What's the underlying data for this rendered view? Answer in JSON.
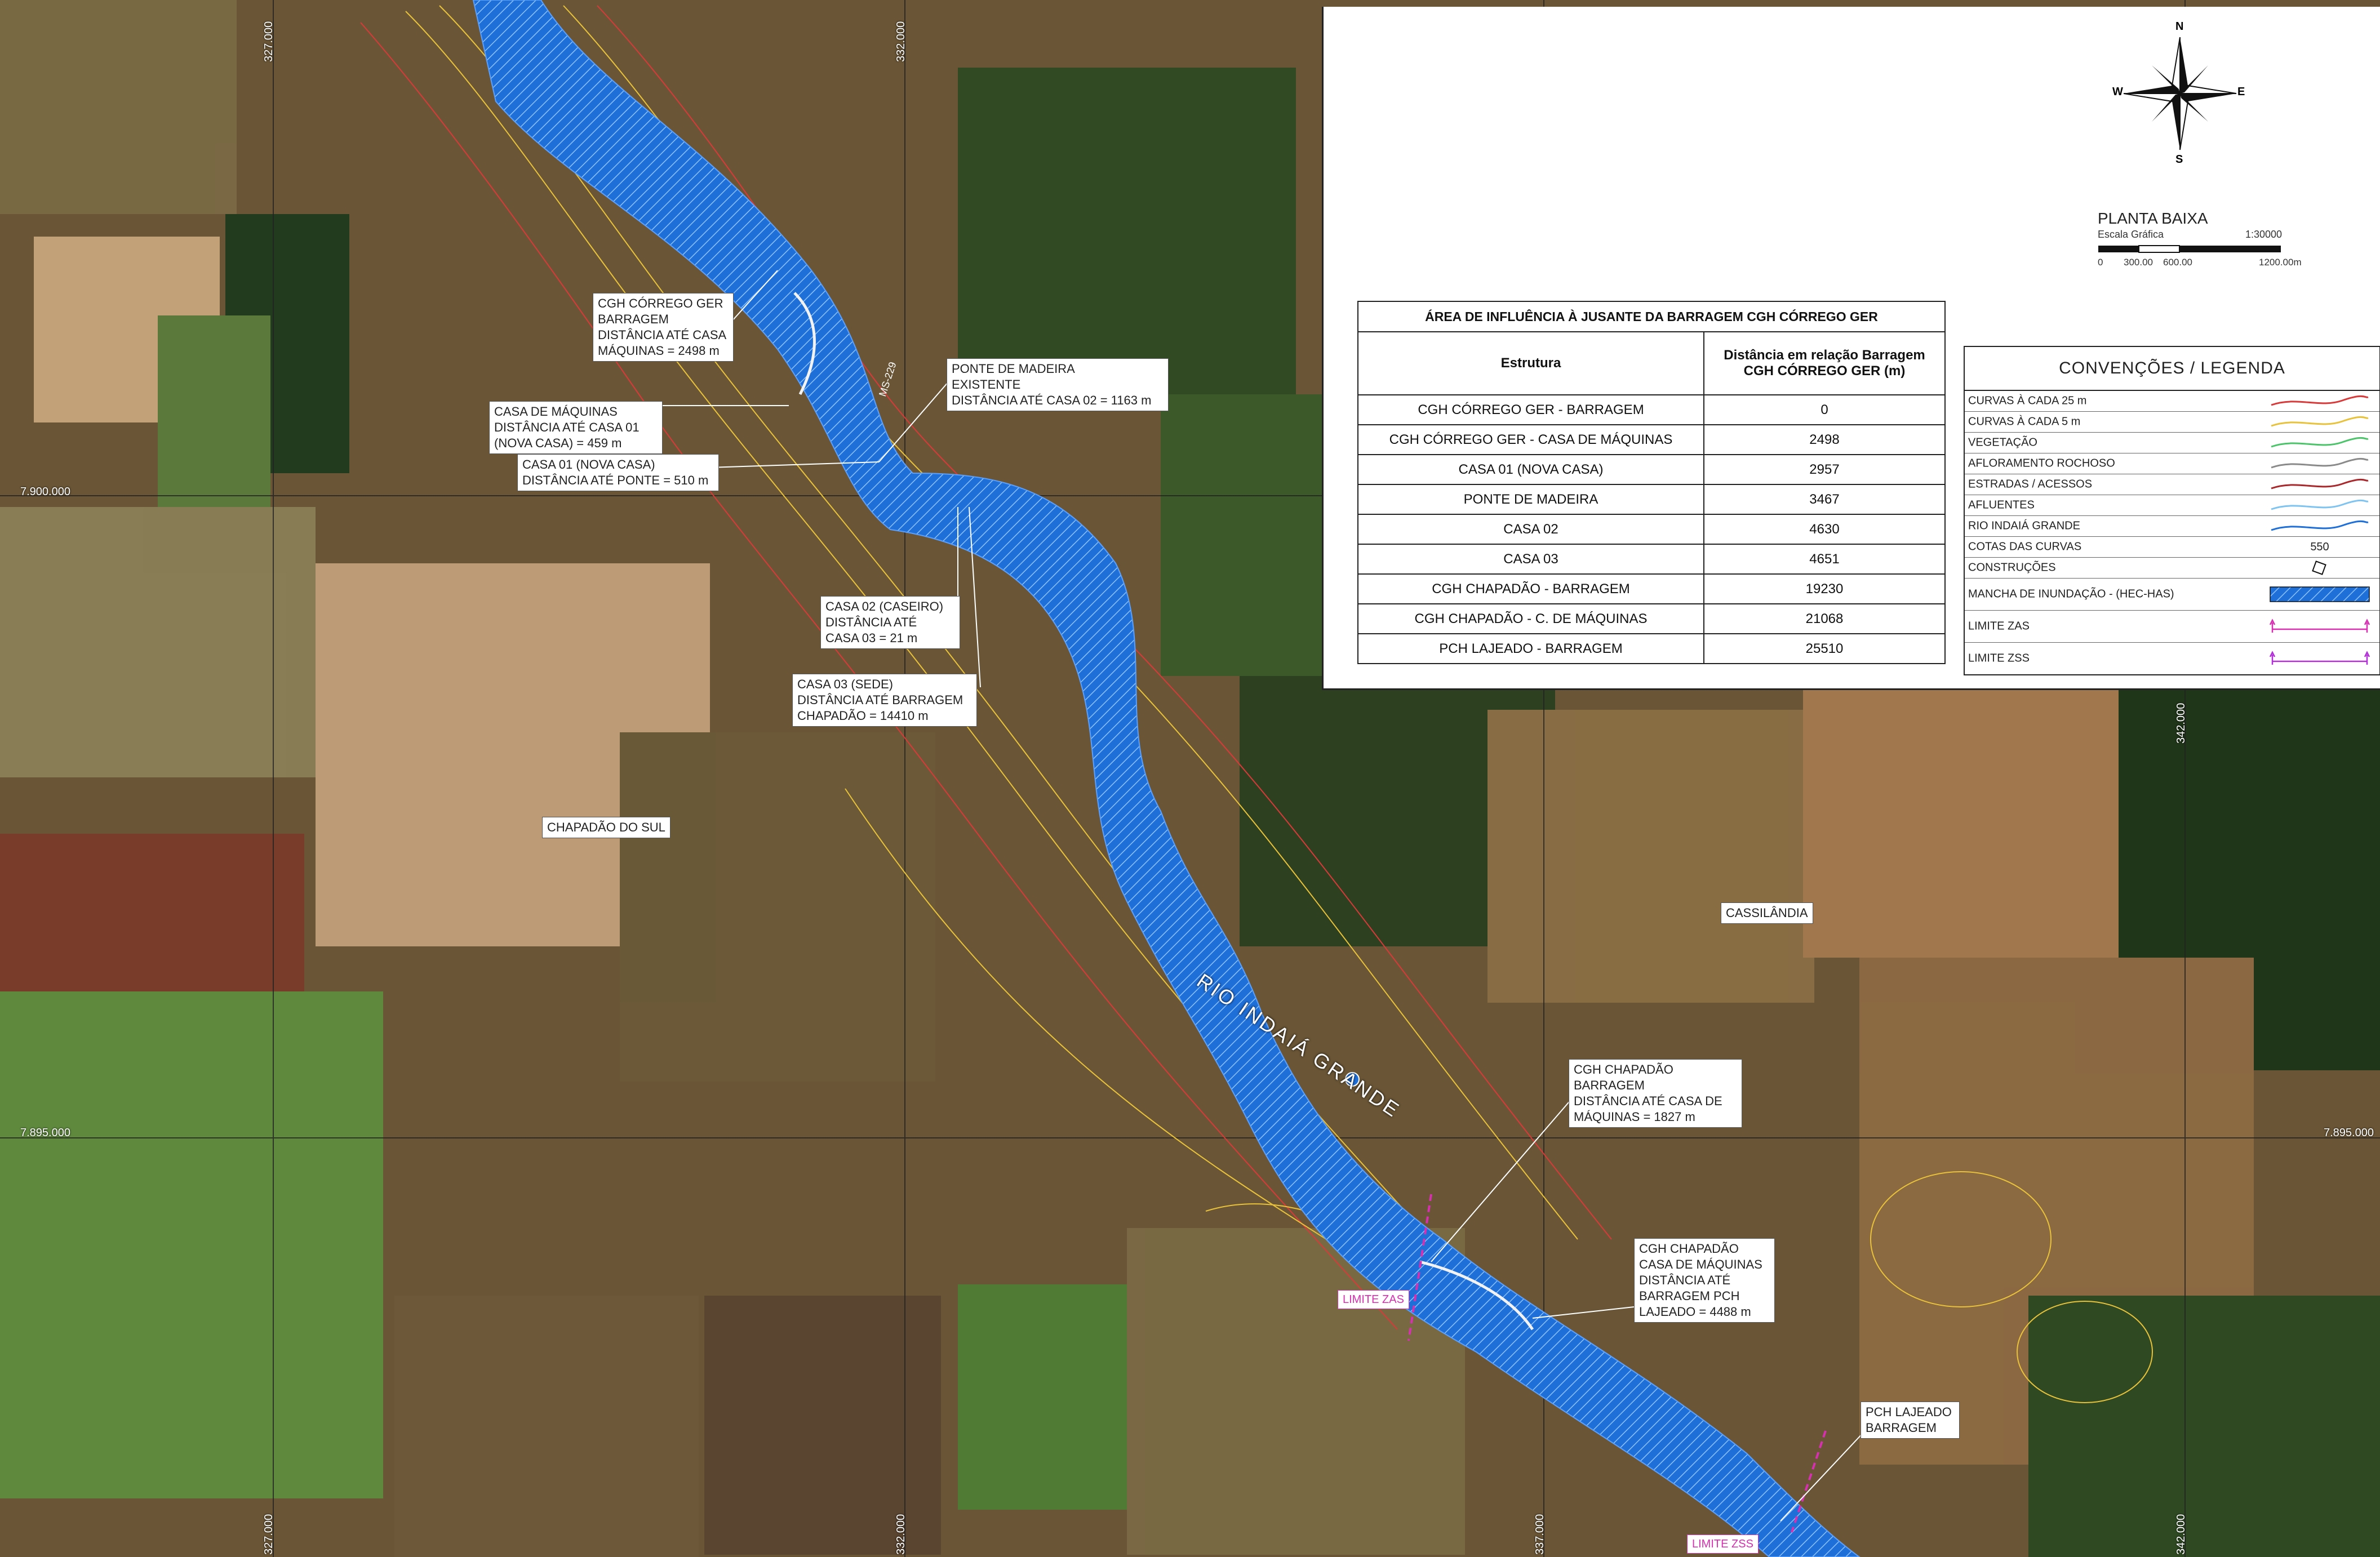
{
  "map": {
    "grid_labels": {
      "easting": [
        "327.000",
        "332.000",
        "337.000",
        "342.000"
      ],
      "northing": [
        "7.900.000",
        "7.895.000"
      ]
    },
    "river_name": "RIO INDAIÁ GRANDE",
    "road_name": "MS-229",
    "places": {
      "chapadao_do_sul": "CHAPADÃO DO SUL",
      "cassilandia": "CASSILÂNDIA"
    },
    "callouts": {
      "barragem_ger": "CGH CÓRREGO GER\nBARRAGEM\nDISTÂNCIA ATÉ CASA\nMÁQUINAS = 2498 m",
      "casa_maquinas_ger": "CASA DE MÁQUINAS\nDISTÂNCIA ATÉ CASA 01\n(NOVA CASA) = 459 m",
      "casa_01": "CASA 01 (NOVA CASA)\nDISTÂNCIA ATÉ PONTE = 510 m",
      "ponte": "PONTE DE MADEIRA\nEXISTENTE\nDISTÂNCIA ATÉ CASA 02 = 1163 m",
      "casa_02": "CASA 02 (CASEIRO)\nDISTÂNCIA ATÉ\nCASA 03 = 21 m",
      "casa_03": "CASA 03 (SEDE)\nDISTÂNCIA ATÉ BARRAGEM\nCHAPADÃO = 14410 m",
      "chapadao_barragem": "CGH CHAPADÃO\nBARRAGEM\nDISTÂNCIA ATÉ CASA DE\nMÁQUINAS = 1827 m",
      "chapadao_casa_maquinas": "CGH CHAPADÃO\nCASA DE MÁQUINAS\nDISTÂNCIA ATÉ\nBARRAGEM PCH\nLAJEADO =  4488 m",
      "pch_lajeado": "PCH LAJEADO\nBARRAGEM",
      "limite_zas": "LIMITE ZAS",
      "limite_zss": "LIMITE ZSS"
    },
    "colors": {
      "flood": "#1f6fd8",
      "flood_hatch": "#7fb6ff",
      "contour_25": "#d83a3a",
      "contour_5": "#e8c23a",
      "limit": "#d62fb0"
    }
  },
  "compass": {
    "n": "N",
    "s": "S",
    "e": "E",
    "w": "W"
  },
  "scale": {
    "title": "PLANTA BAIXA",
    "subtitle": "Escala Gráfica",
    "ratio": "1:30000",
    "ticks": [
      "0",
      "300.00",
      "600.00",
      "1200.00m"
    ]
  },
  "table": {
    "title": "ÁREA DE INFLUÊNCIA À JUSANTE DA BARRAGEM CGH CÓRREGO GER",
    "col1": "Estrutura",
    "col2": "Distância em relação Barragem\nCGH CÓRREGO GER (m)",
    "rows": [
      {
        "structure": "CGH CÓRREGO GER - BARRAGEM",
        "distance": "0"
      },
      {
        "structure": "CGH CÓRREGO GER - CASA DE MÁQUINAS",
        "distance": "2498"
      },
      {
        "structure": "CASA 01 (NOVA CASA)",
        "distance": "2957"
      },
      {
        "structure": "PONTE DE MADEIRA",
        "distance": "3467"
      },
      {
        "structure": "CASA 02",
        "distance": "4630"
      },
      {
        "structure": "CASA 03",
        "distance": "4651"
      },
      {
        "structure": "CGH CHAPADÃO - BARRAGEM",
        "distance": "19230"
      },
      {
        "structure": "CGH CHAPADÃO - C. DE MÁQUINAS",
        "distance": "21068"
      },
      {
        "structure": "PCH LAJEADO - BARRAGEM",
        "distance": "25510"
      }
    ]
  },
  "legend": {
    "title": "CONVENÇÕES / LEGENDA",
    "items": [
      {
        "label": "CURVAS À CADA 25 m",
        "symbol": "line",
        "color": "#d83a3a"
      },
      {
        "label": "CURVAS À CADA 5 m",
        "symbol": "line",
        "color": "#e8c23a"
      },
      {
        "label": "VEGETAÇÃO",
        "symbol": "line",
        "color": "#4cc46a"
      },
      {
        "label": "AFLORAMENTO ROCHOSO",
        "symbol": "line",
        "color": "#8a8a8a"
      },
      {
        "label": "ESTRADAS / ACESSOS",
        "symbol": "line",
        "color": "#a8282c"
      },
      {
        "label": "AFLUENTES",
        "symbol": "line",
        "color": "#7fc4f0"
      },
      {
        "label": "RIO INDAIÁ GRANDE",
        "symbol": "line",
        "color": "#1f6fd8"
      },
      {
        "label": "COTAS DAS CURVAS",
        "symbol": "text",
        "value": "550"
      },
      {
        "label": "CONSTRUÇÕES",
        "symbol": "box"
      },
      {
        "label": "MANCHA DE INUNDAÇÃO - (HEC-HAS)",
        "symbol": "flood"
      },
      {
        "label": "LIMITE ZAS",
        "symbol": "limit",
        "color": "#d62fb0"
      },
      {
        "label": "LIMITE ZSS",
        "symbol": "limit",
        "color": "#b02fd6"
      }
    ]
  }
}
